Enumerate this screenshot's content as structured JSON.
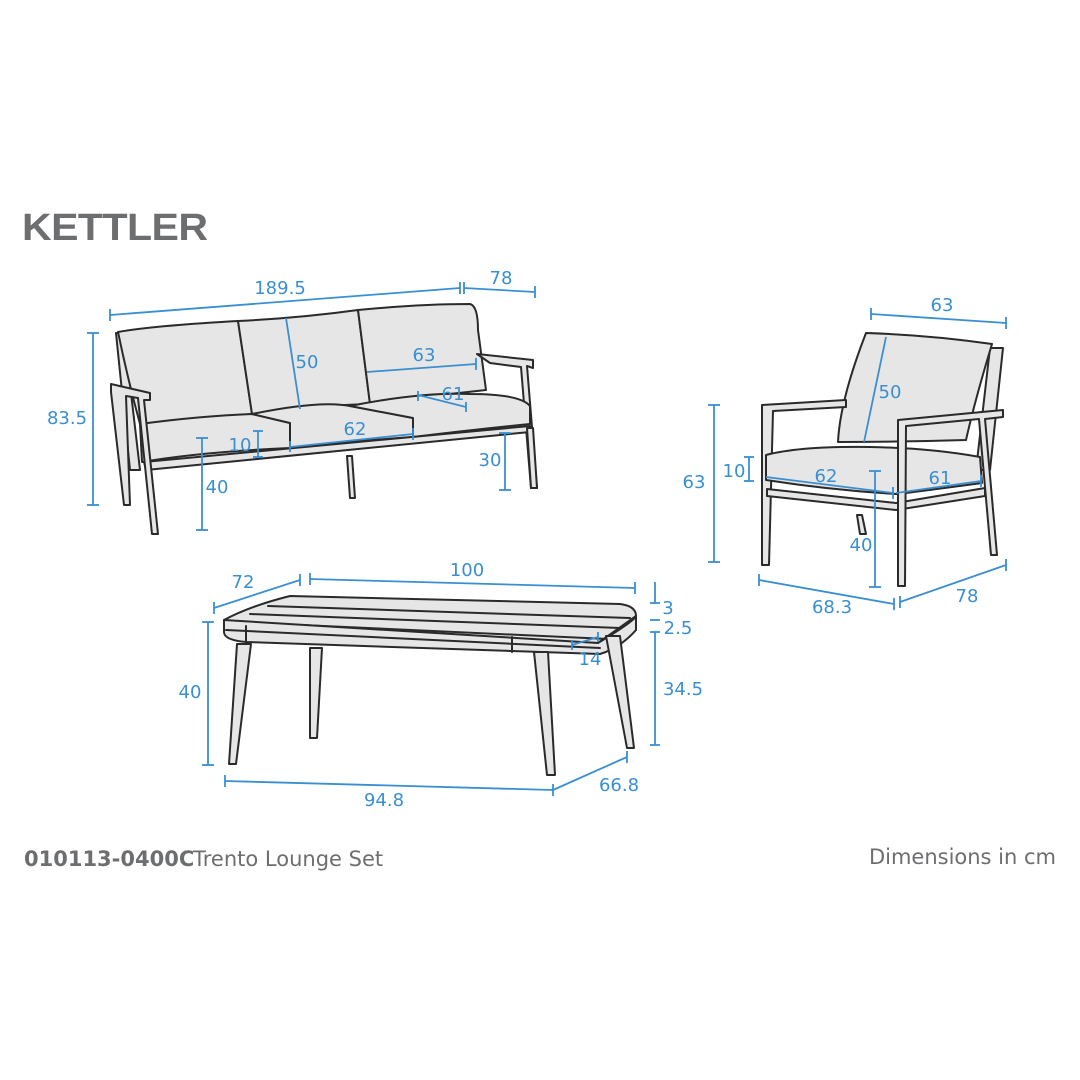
{
  "brand": {
    "name": "KETTLER",
    "color": "#6d6e70"
  },
  "colors": {
    "dimension": "#3a8fd1",
    "outline": "#2a2a2a",
    "fill": "#e6e6e6",
    "text": "#6d6e70"
  },
  "footer": {
    "product_code": "010113-0400C",
    "product_name": "Trento Lounge Set",
    "units_note": "Dimensions in cm"
  },
  "sofa": {
    "width": "189.5",
    "depth": "78",
    "height": "83.5",
    "back_cushion_height": "50",
    "back_cushion_width": "63",
    "seat_cushion_depth": "61",
    "seat_cushion_width": "62",
    "seat_cushion_thickness": "10",
    "seat_height": "40",
    "clearance": "30"
  },
  "armchair": {
    "back_width": "63",
    "back_cushion_height": "50",
    "height": "63",
    "seat_cushion_thickness": "10",
    "seat_cushion_width": "62",
    "seat_cushion_depth": "61",
    "seat_height": "40",
    "width": "68.3",
    "depth": "78"
  },
  "table": {
    "depth_top": "72",
    "width_top": "100",
    "top_thickness": "3",
    "apron_height": "2.5",
    "slat_width": "14",
    "height": "40",
    "leg_height": "34.5",
    "width_base": "94.8",
    "depth_base": "66.8"
  }
}
